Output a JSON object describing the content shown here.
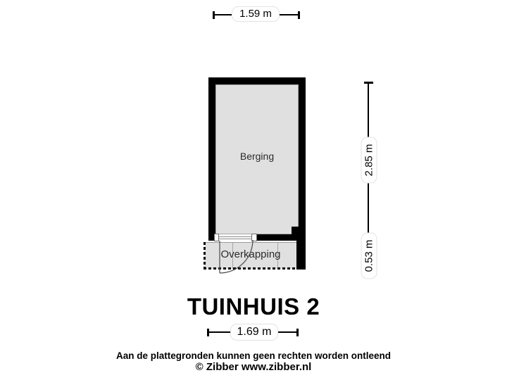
{
  "meta": {
    "title": "TUINHUIS 2"
  },
  "plan": {
    "room_label": "Berging",
    "canopy_label": "Overkapping"
  },
  "dimensions": {
    "top_width": "1.59 m",
    "right_upper_height": "2.85 m",
    "right_lower_height": "0.53 m",
    "bottom_width": "1.69 m"
  },
  "footer": {
    "disclaimer": "Aan de plattegronden kunnen geen rechten worden ontleend",
    "credit": "© Zibber www.zibber.nl"
  },
  "colors": {
    "wall": "#000000",
    "floor": "#e0e0e0",
    "thin-line": "#9b9b9b",
    "text": "#2b2b2b"
  }
}
